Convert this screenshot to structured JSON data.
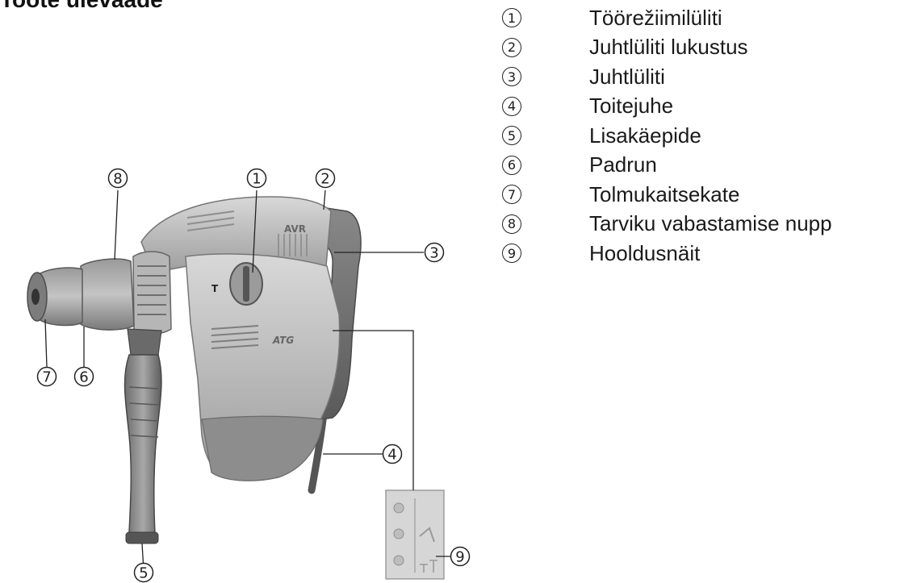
{
  "heading": "Toote ülevaade",
  "figure": {
    "brand_logo": "AVR",
    "body_logo": "ATG",
    "mode_letter": "T",
    "callouts": [
      "1",
      "2",
      "3",
      "4",
      "5",
      "6",
      "7",
      "8",
      "9"
    ]
  },
  "legend": [
    {
      "num": "1",
      "label": "Töörežiimilüliti"
    },
    {
      "num": "2",
      "label": "Juhtlüliti lukustus"
    },
    {
      "num": "3",
      "label": "Juhtlüliti"
    },
    {
      "num": "4",
      "label": "Toitejuhe"
    },
    {
      "num": "5",
      "label": "Lisakäepide"
    },
    {
      "num": "6",
      "label": "Padrun"
    },
    {
      "num": "7",
      "label": "Tolmukaitsekate"
    },
    {
      "num": "8",
      "label": "Tarviku vabastamise nupp"
    },
    {
      "num": "9",
      "label": "Hooldusnäit"
    }
  ]
}
